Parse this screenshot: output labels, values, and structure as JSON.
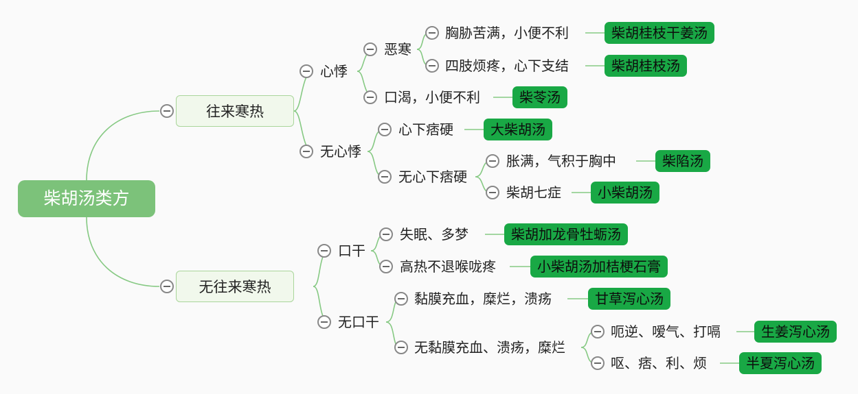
{
  "root": "柴胡汤类方",
  "branches": {
    "a": {
      "label": "往来寒热",
      "a1": {
        "label": "心悸",
        "a1a": {
          "label": "恶寒",
          "c1": {
            "label": "胸胁苦满，小便不利",
            "result": "柴胡桂枝干姜汤"
          },
          "c2": {
            "label": "四肢烦疼，心下支结",
            "result": "柴胡桂枝汤"
          }
        },
        "a1b": {
          "label": "口渴，小便不利",
          "result": "柴苓汤"
        }
      },
      "a2": {
        "label": "无心悸",
        "a2a": {
          "label": "心下痞硬",
          "result": "大柴胡汤"
        },
        "a2b": {
          "label": "无心下痞硬",
          "c1": {
            "label": "胀满，气积于胸中",
            "result": "柴陷汤"
          },
          "c2": {
            "label": "柴胡七症",
            "result": "小柴胡汤"
          }
        }
      }
    },
    "b": {
      "label": "无往来寒热",
      "b1": {
        "label": "口干",
        "b1a": {
          "label": "失眠、多梦",
          "result": "柴胡加龙骨牡蛎汤"
        },
        "b1b": {
          "label": "高热不退喉咙疼",
          "result": "小柴胡汤加桔梗石膏"
        }
      },
      "b2": {
        "label": "无口干",
        "b2a": {
          "label": "黏膜充血，糜烂，溃疡",
          "result": "甘草泻心汤"
        },
        "b2b": {
          "label": "无黏膜充血、溃疡，糜烂",
          "c1": {
            "label": "呃逆、嗳气、打嗝",
            "result": "生姜泻心汤"
          },
          "c2": {
            "label": "呕、痞、利、烦",
            "result": "半夏泻心汤"
          }
        }
      }
    }
  },
  "colors": {
    "line": "#86c983",
    "root_fill": "#7cc27a",
    "leaf_fill": "#19a845",
    "l1_fill": "#f1f8ec"
  }
}
